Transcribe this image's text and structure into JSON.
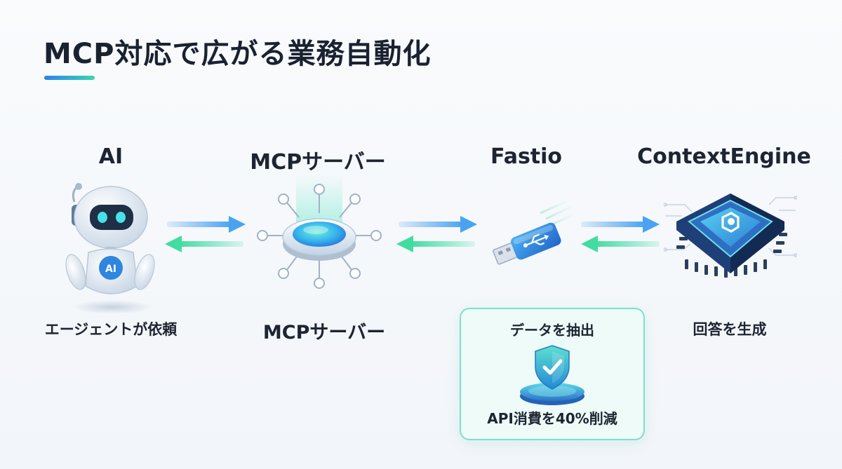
{
  "title": "MCP対応で広がる業務自動化",
  "nodes": [
    {
      "label": "AI",
      "caption": "エージェントが依頼"
    },
    {
      "label": "MCPサーバー",
      "caption": "MCPサーバー"
    },
    {
      "label": "Fastio"
    },
    {
      "label": "ContextEngine",
      "caption": "回答を生成"
    }
  ],
  "robot_badge": "AI",
  "callout": {
    "top": "データを抽出",
    "bottom": "API消費を40%削減"
  },
  "colors": {
    "blue": "#4aa3f0",
    "green": "#41dca2",
    "accent_teal": "#39d5b4"
  },
  "icons": [
    "robot-icon",
    "mcp-hub-icon",
    "usb-drive-icon",
    "chip-icon",
    "shield-check-icon"
  ]
}
